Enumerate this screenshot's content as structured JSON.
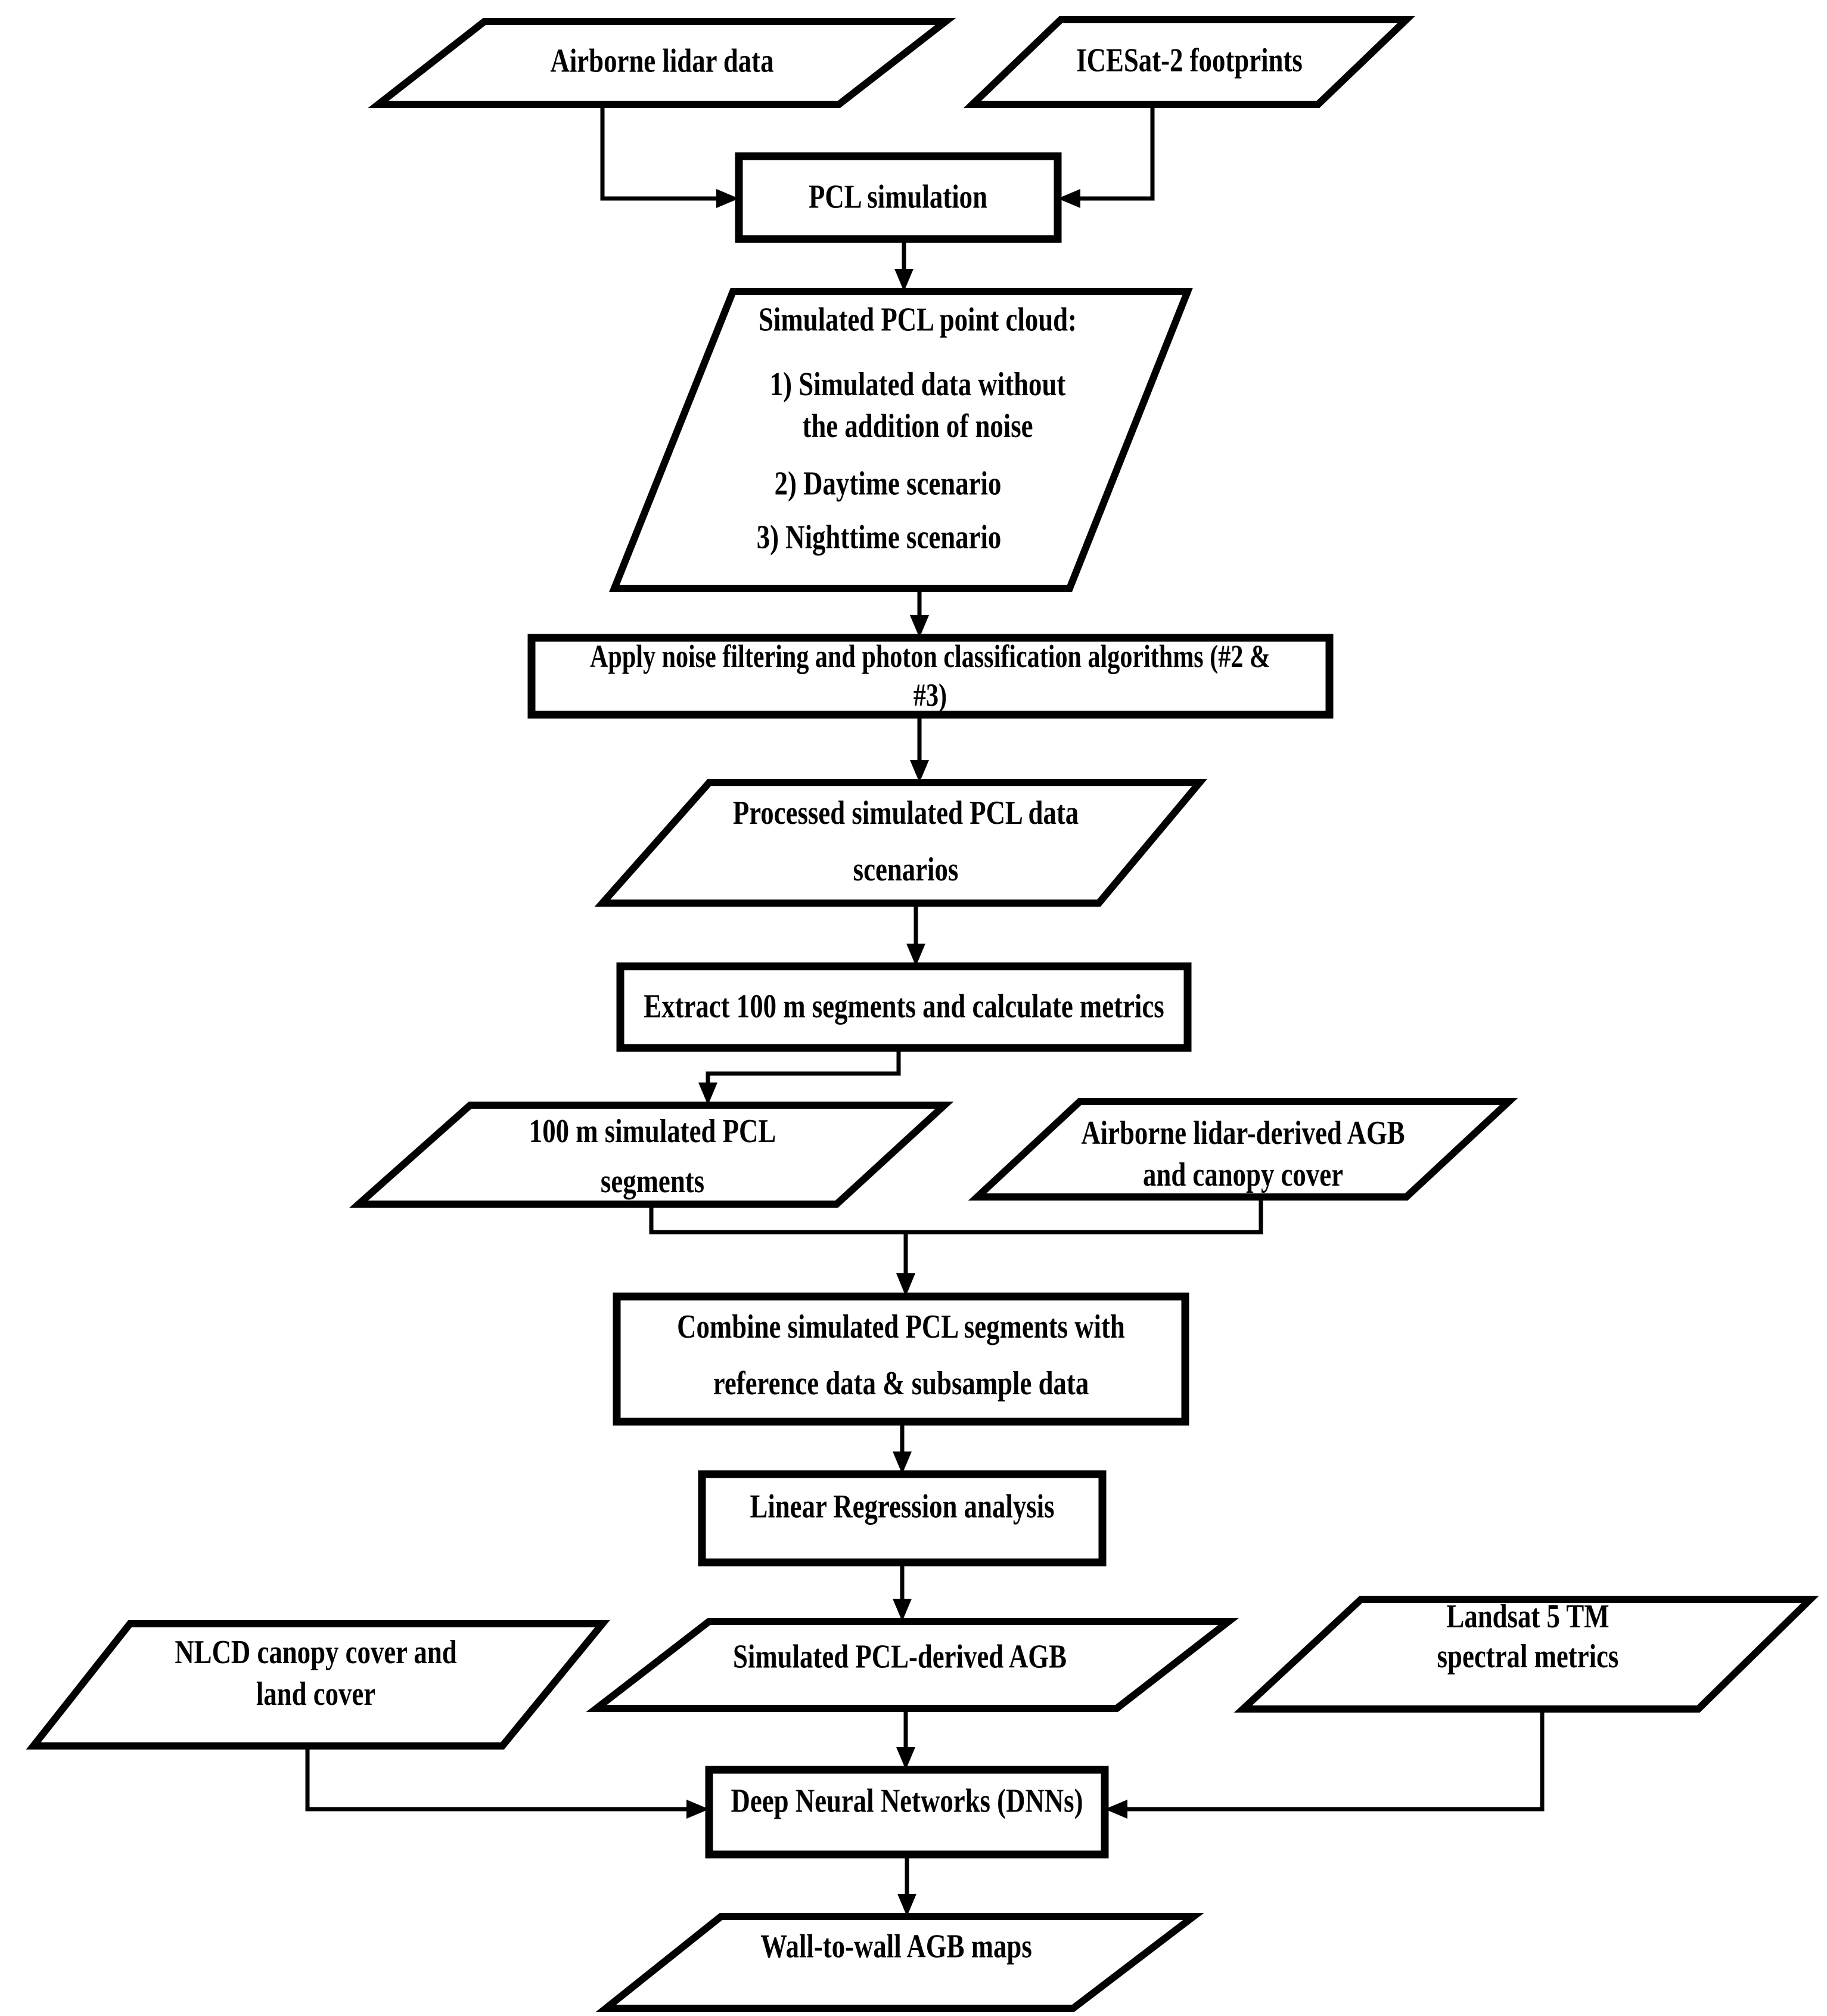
{
  "diagram": {
    "title": "PCL simulation to AGB mapping workflow flowchart",
    "colors": {
      "stroke": "#000000",
      "fill": "#ffffff",
      "background": "#ffffff",
      "text": "#000000"
    },
    "nodes": {
      "airborne_lidar": {
        "label": "Airborne lidar data",
        "shape": "parallelogram"
      },
      "icesat2": {
        "label": "ICESat-2 footprints",
        "shape": "parallelogram"
      },
      "pcl_simulation": {
        "label": "PCL simulation",
        "shape": "rectangle"
      },
      "point_cloud": {
        "shape": "parallelogram",
        "title": "Simulated PCL point cloud:",
        "item1": "1) Simulated data without\nthe addition of noise",
        "item2": "2) Daytime scenario",
        "item3": "3) Nighttime scenario"
      },
      "apply_noise": {
        "label": "Apply noise filtering and photon classification algorithms (#2 & #3)",
        "shape": "rectangle"
      },
      "processed": {
        "label": "Processed simulated PCL data\nscenarios",
        "shape": "parallelogram"
      },
      "extract": {
        "label": "Extract 100 m segments and calculate metrics",
        "shape": "rectangle"
      },
      "segments_100m": {
        "label": "100 m simulated PCL\nsegments",
        "shape": "parallelogram"
      },
      "airborne_agb": {
        "label": "Airborne lidar-derived AGB\nand canopy cover",
        "shape": "parallelogram"
      },
      "combine": {
        "label": "Combine simulated PCL segments with\nreference data & subsample data",
        "shape": "rectangle"
      },
      "linear_regression": {
        "label": "Linear Regression analysis",
        "shape": "rectangle"
      },
      "nlcd": {
        "label": "NLCD canopy cover and\nland cover",
        "shape": "parallelogram"
      },
      "pcl_agb": {
        "label": "Simulated PCL-derived AGB",
        "shape": "parallelogram"
      },
      "landsat": {
        "label": "Landsat 5 TM spectral metrics",
        "shape": "parallelogram"
      },
      "dnn": {
        "label": "Deep Neural Networks (DNNs)",
        "shape": "rectangle"
      },
      "wall_to_wall": {
        "label": "Wall-to-wall AGB maps",
        "shape": "parallelogram"
      }
    },
    "edges": [
      "airborne_lidar -> pcl_simulation",
      "icesat2 -> pcl_simulation",
      "pcl_simulation -> point_cloud",
      "point_cloud -> apply_noise",
      "apply_noise -> processed",
      "processed -> extract",
      "extract -> segments_100m",
      "segments_100m + airborne_agb -> combine",
      "combine -> linear_regression",
      "linear_regression -> pcl_agb",
      "pcl_agb -> dnn",
      "nlcd -> dnn",
      "landsat -> dnn",
      "dnn -> wall_to_wall"
    ]
  }
}
